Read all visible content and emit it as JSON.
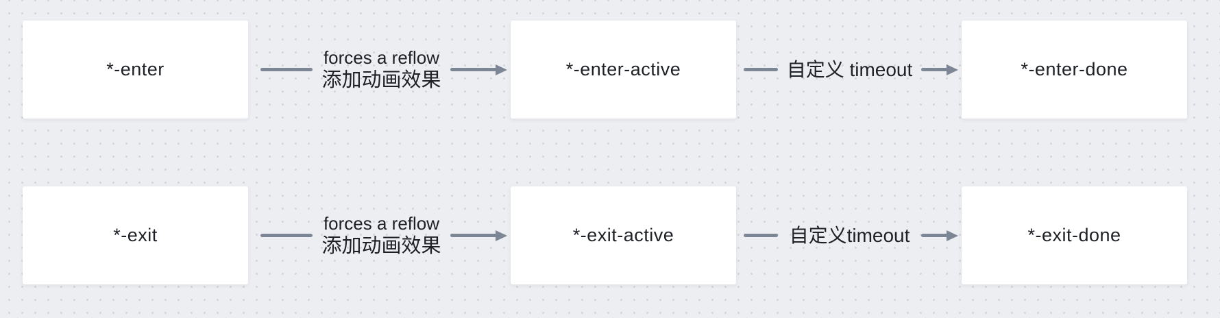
{
  "colors": {
    "background": "#edeef2",
    "dot": "#d2d5db",
    "node": "#ffffff",
    "arrow": "#7d8694",
    "text": "#1d2026"
  },
  "icons": {
    "arrow_head": "right-pointing-triangle"
  },
  "rows": [
    {
      "boxes": [
        "*-enter",
        "*-enter-active",
        "*-enter-done"
      ],
      "connectors": [
        {
          "label_en": "forces a reflow",
          "label_zh": "添加动画效果"
        },
        {
          "label": "自定义 timeout"
        }
      ]
    },
    {
      "boxes": [
        "*-exit",
        "*-exit-active",
        "*-exit-done"
      ],
      "connectors": [
        {
          "label_en": "forces a reflow",
          "label_zh": "添加动画效果"
        },
        {
          "label": "自定义timeout"
        }
      ]
    }
  ]
}
